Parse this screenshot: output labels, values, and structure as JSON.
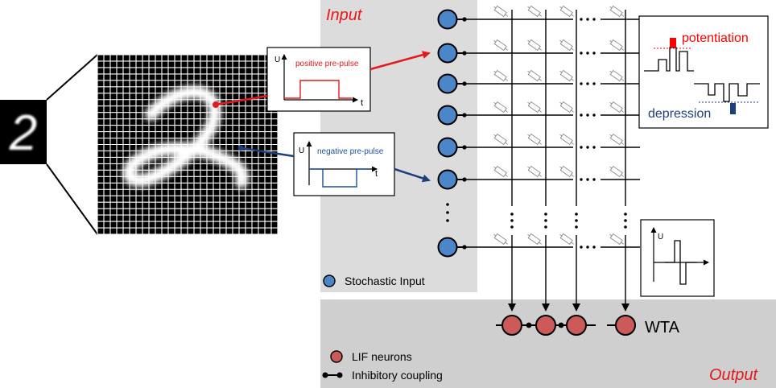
{
  "labels": {
    "input": "Input",
    "output": "Output",
    "wta": "WTA",
    "potentiation": "potentiation",
    "depression": "depression",
    "positive_pre_pulse": "positive pre-pulse",
    "negative_pre_pulse": "negative pre-pulse",
    "axis_u": "U",
    "axis_t": "t"
  },
  "legend": {
    "stochastic_input": "Stochastic Input",
    "lif_neurons": "LIF neurons",
    "inhibitory_coupling": "Inhibitory coupling"
  },
  "colors": {
    "input_red": "#e31a1c",
    "output_red": "#e31a1c",
    "potentiation_red": "#ff0000",
    "depression_blue": "#1f3f7a",
    "negative_pulse_text": "#1f4e9a",
    "input_neuron_fill": "#4a86c8",
    "lif_neuron_fill": "#cc5a5a",
    "input_panel_bg": "#dcdcdc",
    "output_panel_bg": "#cfcfcf"
  },
  "digit": "2"
}
